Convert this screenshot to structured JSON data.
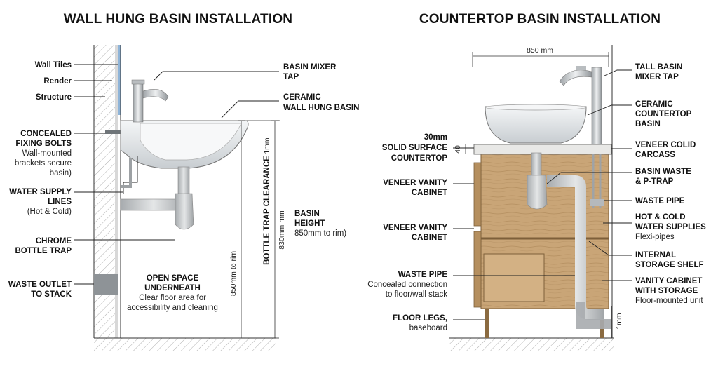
{
  "left_title": "WALL HUNG BASIN INSTALLATION",
  "right_title": "COUNTERTOP BASIN INSTALLATION",
  "left_labels": {
    "wall_tiles": "Wall Tiles",
    "render": "Render",
    "structure": "Structure",
    "concealed_1": "CONCEALED",
    "concealed_2": "FIXING BOLTS",
    "concealed_3": "Wall-mounted",
    "concealed_4": "brackets secure",
    "concealed_5": "basin)",
    "supply_1": "WATER SUPPLY",
    "supply_2": "LINES",
    "supply_3": "(Hot & Cold)",
    "trap_1": "CHROME",
    "trap_2": "BOTTLE TRAP",
    "waste_1": "WASTE OUTLET",
    "waste_2": "TO STACK",
    "mixer_1": "BASIN MIXER",
    "mixer_2": "TAP",
    "ceramic_1": "CERAMIC",
    "ceramic_2": "WALL HUNG BASIN",
    "open_1": "OPEN SPACE",
    "open_2": "UNDERNEATH",
    "open_3": "Clear floor area for",
    "open_4": "accessibility and cleaning",
    "clearance_vertical": "BOTTLE TRAP CLEARANCE",
    "clearance_mm": "1mm",
    "dim_830": "830mm mm",
    "dim_850_rim": "850mm to rim",
    "height_1": "BASIN",
    "height_2": "HEIGHT",
    "height_3": "850mm to rim)"
  },
  "right_labels": {
    "width_dim": "850 mm",
    "solid_1": "30mm",
    "solid_2": "SOLID SURFACE",
    "solid_3": "COUNTERTOP",
    "dim_40": "40",
    "veneer1_1": "VENEER VANITY",
    "veneer1_2": "CABINET",
    "veneer2_1": "VENEER VANITY",
    "veneer2_2": "CABINET",
    "waste_1": "WASTE PIPE",
    "waste_2": "Concealed connection",
    "waste_3": "to floor/wall stack",
    "legs_1": "FLOOR LEGS,",
    "legs_2": "baseboard",
    "tall_1": "TALL BASIN",
    "tall_2": "MIXER TAP",
    "ceramic_1": "CERAMIC",
    "ceramic_2": "COUNTERTOP",
    "ceramic_3": "BASIN",
    "carcass_1": "VENEER COLID",
    "carcass_2": "CARCASS",
    "basinwaste_1": "BASIN WASTE",
    "basinwaste_2": "& P-TRAP",
    "wastepipe": "WASTE PIPE",
    "hotcold_1": "HOT & COLD",
    "hotcold_2": "WATER SUPPLIES",
    "hotcold_3": "Flexi-pipes",
    "shelf_1": "INTERNAL",
    "shelf_2": "STORAGE SHELF",
    "vanity_1": "VANITY CABINET",
    "vanity_2": "WITH STORAGE",
    "vanity_3": "Floor-mounted unit",
    "dim_1mm": "1mm"
  },
  "colors": {
    "wood": "#c9a577",
    "wood_dark": "#a98555",
    "ceramic": "#e6e9ec",
    "chrome": "#cfd3d6",
    "wall": "#efefef",
    "tile": "#8fb4d8"
  }
}
